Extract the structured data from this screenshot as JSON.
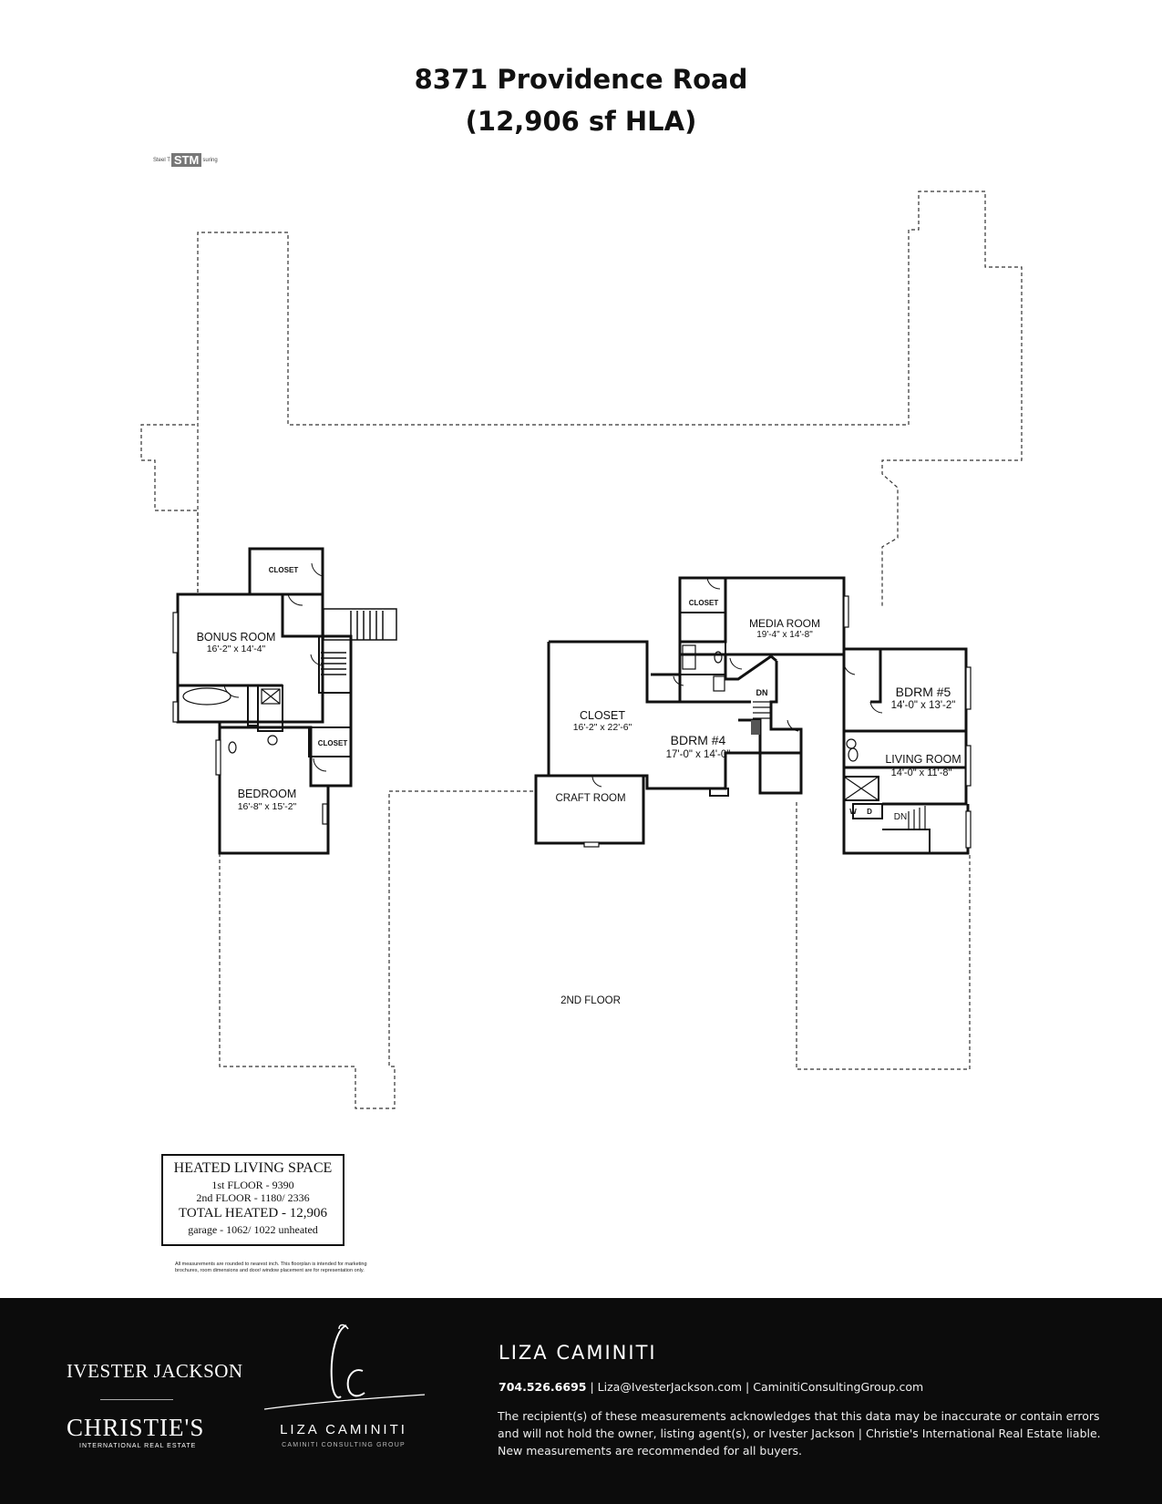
{
  "header": {
    "address": "8371 Providence Road",
    "area": "(12,906 sf HLA)"
  },
  "watermark": {
    "left": "Steel T",
    "logo": "STM",
    "right": "suring"
  },
  "floor_label": "2ND FLOOR",
  "rooms": {
    "closet_a": "CLOSET",
    "bonus_room": {
      "name": "BONUS ROOM",
      "size": "16'-2\" x 14'-4\""
    },
    "closet_b": "CLOSET",
    "bedroom": {
      "name": "BEDROOM",
      "size": "16'-8\" x 15'-2\""
    },
    "closet_c": "CLOSET",
    "media_room": {
      "name": "MEDIA ROOM",
      "size": "19'-4\" x 14'-8\""
    },
    "closet_d": {
      "name": "CLOSET",
      "size": "16'-2\" x 22'-6\""
    },
    "bdrm4": {
      "name": "BDRM #4",
      "size": "17'-0\" x 14'-0\""
    },
    "craft_room": "CRAFT ROOM",
    "bdrm5": {
      "name": "BDRM #5",
      "size": "14'-0\" x 13'-2\""
    },
    "living_room": {
      "name": "LIVING ROOM",
      "size": "14'-0\" x 11'-8\""
    },
    "dn1": "DN",
    "dn2": "DN",
    "washer": "W",
    "dryer": "D"
  },
  "legend": {
    "heading": "HEATED LIVING SPACE",
    "first_floor": "1st FLOOR - 9390",
    "second_floor": "2nd FLOOR - 1180/ 2336",
    "total": "TOTAL HEATED - 12,906",
    "garage": "garage - 1062/ 1022  unheated"
  },
  "disclaimer": "All measurements are rounded to nearest inch. This floorplan is intended for marketing brochures, room dimensions and door/ window placement are for representation only.",
  "footer": {
    "brand_top": "IVESTER JACKSON",
    "brand_main": "CHRISTIE'S",
    "brand_sub": "INTERNATIONAL REAL ESTATE",
    "lc_name": "LIZA CAMINITI",
    "lc_sub": "CAMINITI CONSULTING GROUP",
    "agent_name": "LIZA CAMINITI",
    "phone": "704.526.6695",
    "email": "Liza@IvesterJackson.com",
    "website": "CaminitiConsultingGroup.com",
    "separator": " | ",
    "note": "The recipient(s) of these measurements acknowledges that this data may be inaccurate or contain errors and will not hold the owner, listing agent(s), or Ivester Jackson | Christie's International Real Estate liable. New measurements are recommended for all buyers."
  }
}
